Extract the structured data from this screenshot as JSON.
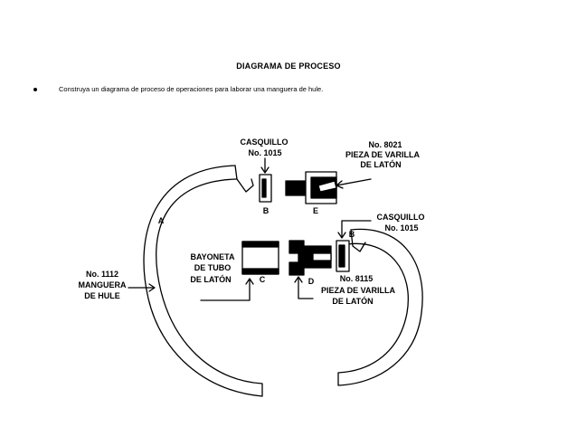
{
  "document": {
    "title": "DIAGRAMA DE PROCESO",
    "instruction": "Construya un diagrama de proceso de operaciones para laborar una manguera de hule."
  },
  "diagram": {
    "labels": {
      "casquillo_top_1": "CASQUILLO",
      "casquillo_top_2": "No. 1015",
      "pieza_top_1": "No. 8021",
      "pieza_top_2": "PIEZA DE VARILLA",
      "pieza_top_3": "DE LATÓN",
      "letter_b_top": "B",
      "letter_e": "E",
      "letter_a": "A",
      "casquillo_right_1": "CASQUILLO",
      "casquillo_right_2": "No. 1015",
      "letter_b_right": "B",
      "bayoneta_1": "BAYONETA",
      "bayoneta_2": "DE TUBO",
      "bayoneta_3": "DE  LATÓN",
      "letter_c": "C",
      "letter_d": "D",
      "pieza_bottom_1": "No. 8115",
      "pieza_bottom_2": "PIEZA DE VARILLA",
      "pieza_bottom_3": "DE LATÓN",
      "manguera_1": "No. 1112",
      "manguera_2": "MANGUERA",
      "manguera_3": "DE HULE"
    }
  }
}
